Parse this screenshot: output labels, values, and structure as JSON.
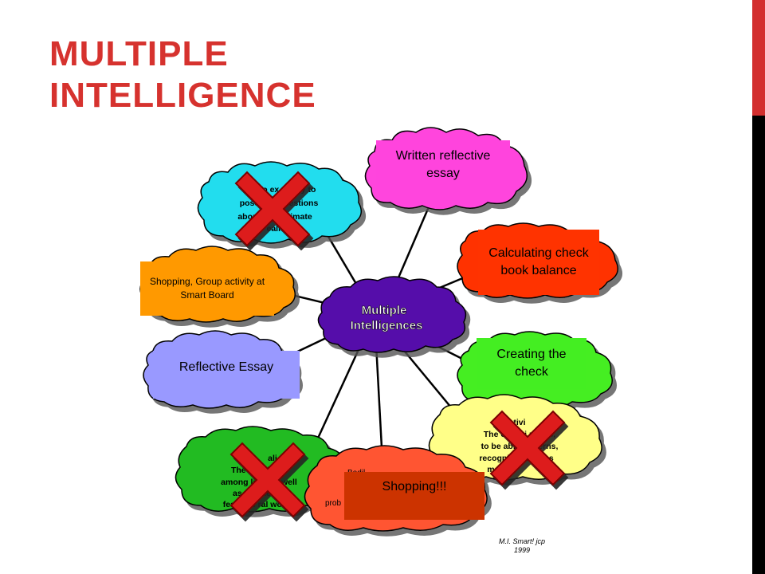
{
  "slide": {
    "title_line1": "MULTIPLE",
    "title_line2": "INTELLIGENCE"
  },
  "diagram": {
    "center_label_line1": "Multiple",
    "center_label_line2": "Intelligences",
    "clouds": {
      "existential_line1": "To ex    ctivity to",
      "existential_line2": "pose and       questions",
      "existential_line3": "about lif         d ultimate",
      "existential_line4": "ealit",
      "musical_line1": "Mus       tivi",
      "musical_line2": "The capaci           music,",
      "musical_line3": "to be able to          tterns,",
      "musical_line4": "recognize th           rhaps",
      "musical_line5": "man",
      "naturalist_line1": "ali",
      "naturalist_line2": "The abili           inate",
      "naturalist_line3": "among livin          as well",
      "naturalist_line4": "as sen        her",
      "naturalist_line5": "features       ral world.",
      "bottom_line1": "Bodil",
      "bottom_line2": "prob"
    },
    "overlay_boxes": {
      "written": "Written reflective essay",
      "calculating": "Calculating check book balance",
      "creating": "Creating the check",
      "shopping_group": "Shopping, Group activity at Smart Board",
      "reflective": "Reflective Essay",
      "shopping": "Shopping!!!"
    },
    "credit_line1": "M.I. Smart!  jcp",
    "credit_line2": "1999",
    "colors": {
      "written": "#ff44dd",
      "calculating": "#ff3300",
      "creating": "#44ee22",
      "shopping_group": "#ff9900",
      "reflective": "#9999ff",
      "shopping": "#cc3300",
      "cross": "#dd1f1f",
      "title": "#d6322e"
    }
  }
}
